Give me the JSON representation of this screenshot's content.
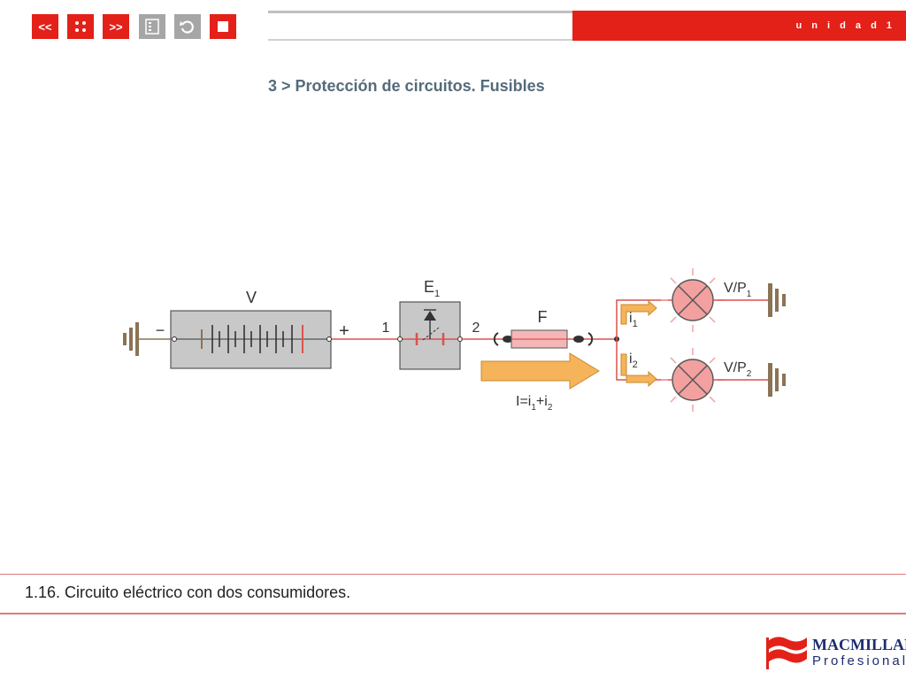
{
  "nav": {
    "prev_label": "<<",
    "next_label": ">>",
    "dice_icon": "dice-icon",
    "index_icon": "index-icon",
    "back_icon": "undo-icon",
    "stop_icon": "stop-icon"
  },
  "header": {
    "unit_label": "u n i d a d  1",
    "section_title": "3 > Protección de circuitos. Fusibles"
  },
  "diagram": {
    "battery_label": "V",
    "minus_label": "−",
    "plus_label": "+",
    "node1_label": "1",
    "node2_label": "2",
    "switch_label": "E",
    "switch_sub": "1",
    "fuse_label": "F",
    "current_label": "I=i",
    "current_sub1": "1",
    "current_plus": "+i",
    "current_sub2": "2",
    "branch1_current": "i",
    "branch1_sub": "1",
    "branch2_current": "i",
    "branch2_sub": "2",
    "lamp1_label": "V/P",
    "lamp1_sub": "1",
    "lamp2_label": "V/P",
    "lamp2_sub": "2"
  },
  "caption": {
    "text": "1.16. Circuito eléctrico con dos consumidores."
  },
  "logo": {
    "word1": "MACMILLAN",
    "word2": "Profesional"
  },
  "colors": {
    "accent_red": "#e32119",
    "wire_red": "#d9534f",
    "box_gray": "#c8c8c8",
    "ground_brown": "#8b7355",
    "arrow_orange": "#f5b35a",
    "lamp_pink": "#f2a0a0"
  }
}
